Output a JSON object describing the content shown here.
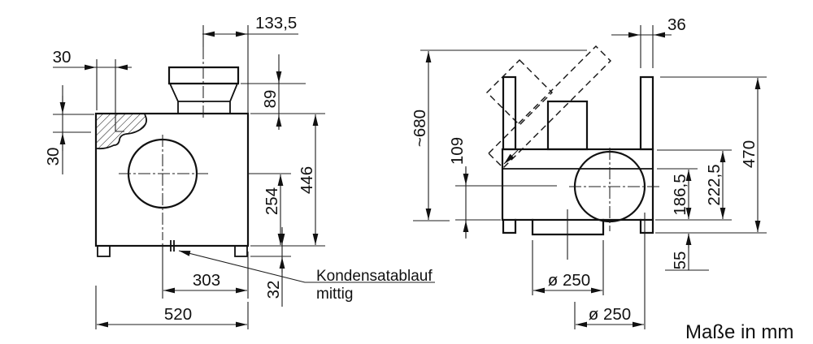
{
  "front": {
    "dim_duct_center_to_edge": "133,5",
    "dim_corner_width": "30",
    "dim_corner_height": "30",
    "dim_duct_flange_height": "89",
    "dim_body_height": "446",
    "dim_fan_axis_height": "254",
    "dim_fan_axis_to_edge": "303",
    "dim_base_height": "32",
    "dim_total_width": "520",
    "note_line1": "Kondensatablauf",
    "note_line2": "mittig"
  },
  "side": {
    "dim_panel_thickness": "36",
    "dim_service_height": "~680",
    "dim_fan_axis_to_base": "109",
    "dim_total_height": "470",
    "dim_body_height": "222,5",
    "dim_lower_section": "186,5",
    "dim_foot_height": "55",
    "dim_bottom_duct_diameter": "ø 250",
    "dim_side_duct_diameter": "ø 250"
  },
  "footer": {
    "units_note": "Maße in mm"
  }
}
